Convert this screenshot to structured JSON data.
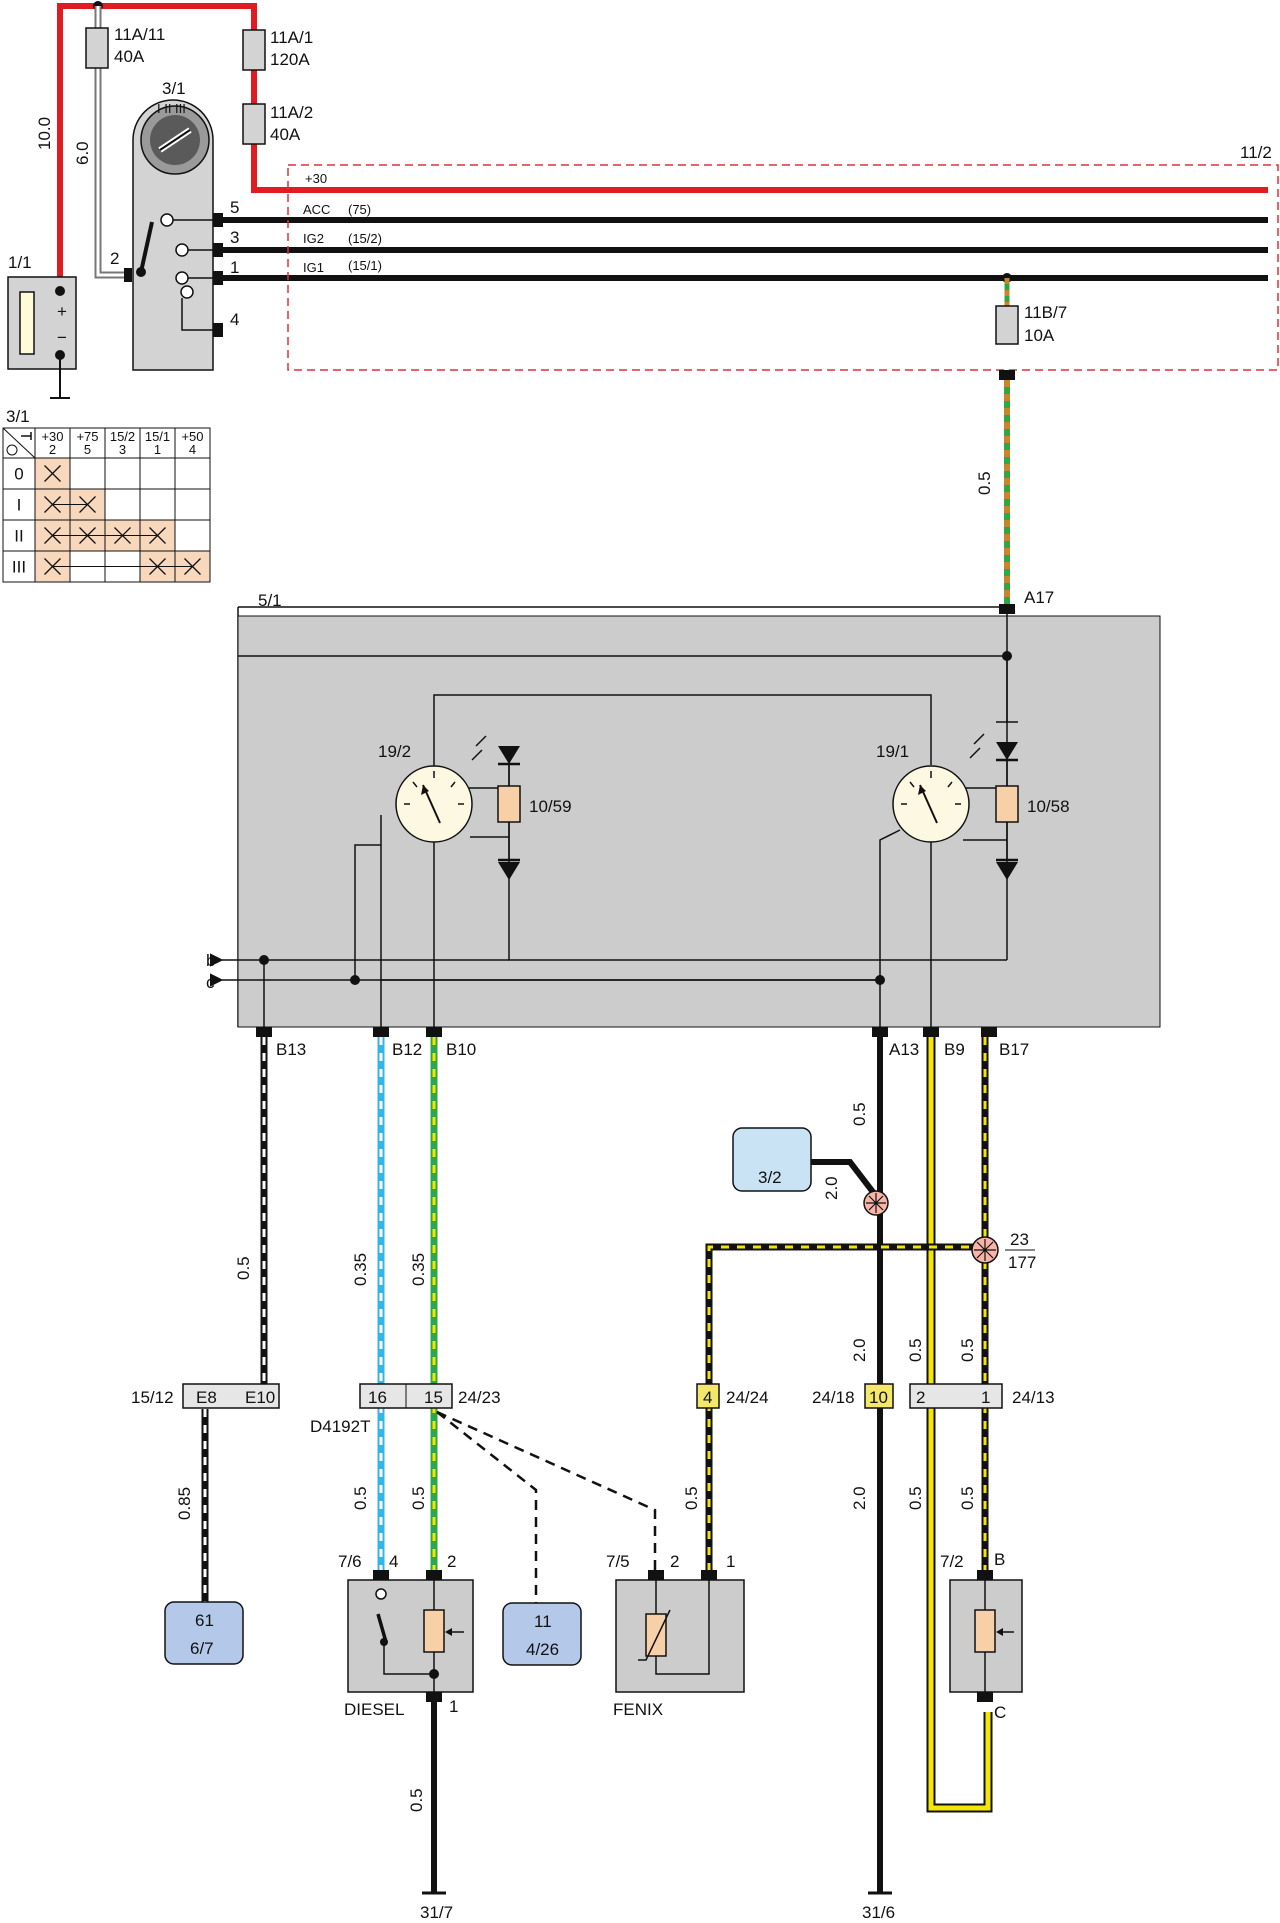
{
  "colors": {
    "red": "#e11b22",
    "black": "#111111",
    "green": "#2fa844",
    "orange_stripe": "#c8862a",
    "cyan": "#35b4e6",
    "yellow": "#f4e600",
    "gray_box": "#d3d3d3",
    "panel_gray": "#cccccc",
    "light_blue": "#c9e3f5",
    "blue_ref": "#b4c9ea",
    "load_fill": "#f8d0a8",
    "dash_red": "#e0303a"
  },
  "fuses": {
    "f1": {
      "id": "11A/11",
      "rating": "40A"
    },
    "f2": {
      "id": "11A/1",
      "rating": "120A"
    },
    "f3": {
      "id": "11A/2",
      "rating": "40A"
    },
    "f4": {
      "id": "11B/7",
      "rating": "10A"
    }
  },
  "components": {
    "battery": "1/1",
    "switch": "3/1",
    "busbar": "11/2",
    "cluster": "5/1",
    "gauge_left": "19/2",
    "gauge_right": "19/1",
    "lamp_left": "10/59",
    "lamp_right": "10/58",
    "ref_3_2": "3/2",
    "splice_top": "23",
    "splice_bottom": "177"
  },
  "battery_signs": {
    "plus": "+",
    "minus": "−"
  },
  "wire_sizes": {
    "w_10_0": "10.0",
    "w_6_0": "6.0",
    "w_a17": "0.5",
    "w_b13": "0.5",
    "w_b12": "0.35",
    "w_b10": "0.35",
    "w_a13": "0.5",
    "w_3_2": "2.0",
    "w_a13_low": "2.0",
    "w_b9": "0.5",
    "w_b17": "0.5",
    "w_e8": "0.85",
    "w_16": "0.5",
    "w_15": "0.5",
    "w_fenix": "0.5",
    "w_gnd7": "0.5",
    "w_10_low": "2.0",
    "w_2_low": "0.5",
    "w_1_low": "0.5"
  },
  "switch_pins": {
    "p5": "5",
    "p3": "3",
    "p1": "1",
    "p4": "4",
    "p2": "2"
  },
  "bus_lines": [
    {
      "name": "+30",
      "alt": ""
    },
    {
      "name": "ACC",
      "alt": "(75)"
    },
    {
      "name": "IG2",
      "alt": "(15/2)"
    },
    {
      "name": "IG1",
      "alt": "(15/1)"
    }
  ],
  "ign_table": {
    "title": "3/1",
    "headers": [
      {
        "top": "+30",
        "bottom": "2"
      },
      {
        "top": "+75",
        "bottom": "5"
      },
      {
        "top": "15/2",
        "bottom": "3"
      },
      {
        "top": "15/1",
        "bottom": "1"
      },
      {
        "top": "+50",
        "bottom": "4"
      }
    ],
    "rows": [
      {
        "label": "0",
        "marks": [
          1,
          0,
          0,
          0,
          0
        ]
      },
      {
        "label": "I",
        "marks": [
          1,
          1,
          0,
          0,
          0
        ]
      },
      {
        "label": "II",
        "marks": [
          1,
          1,
          1,
          1,
          0
        ]
      },
      {
        "label": "III",
        "marks": [
          1,
          0,
          0,
          1,
          1
        ]
      }
    ]
  },
  "cluster_pins": {
    "a17": "A17",
    "b13": "B13",
    "b12": "B12",
    "b10": "B10",
    "a13": "A13",
    "b9": "B9",
    "b17": "B17",
    "b": "b",
    "c": "c"
  },
  "connectors": {
    "c1": {
      "id": "15/12",
      "pins": [
        "E8",
        "E10"
      ]
    },
    "c2": {
      "id": "24/23",
      "pins": [
        "16",
        "15"
      ],
      "note": "D4192T"
    },
    "c3": {
      "id": "24/24",
      "pins": [
        "4"
      ]
    },
    "c4": {
      "id": "24/18",
      "pins": [
        "10"
      ]
    },
    "c5": {
      "id": "24/13",
      "pins": [
        "2",
        "1"
      ]
    }
  },
  "refs": {
    "r1": {
      "top": "61",
      "bottom": "6/7"
    },
    "r2": {
      "top": "11",
      "bottom": "4/26"
    }
  },
  "sensors": {
    "diesel": {
      "id": "7/6",
      "label": "DIESEL",
      "pins": [
        "4",
        "2",
        "1"
      ]
    },
    "fenix": {
      "id": "7/5",
      "label": "FENIX",
      "pins": [
        "2",
        "1"
      ]
    },
    "s72": {
      "id": "7/2",
      "pins": [
        "B",
        "C"
      ]
    }
  },
  "grounds": {
    "g1": "31/7",
    "g2": "31/6"
  }
}
